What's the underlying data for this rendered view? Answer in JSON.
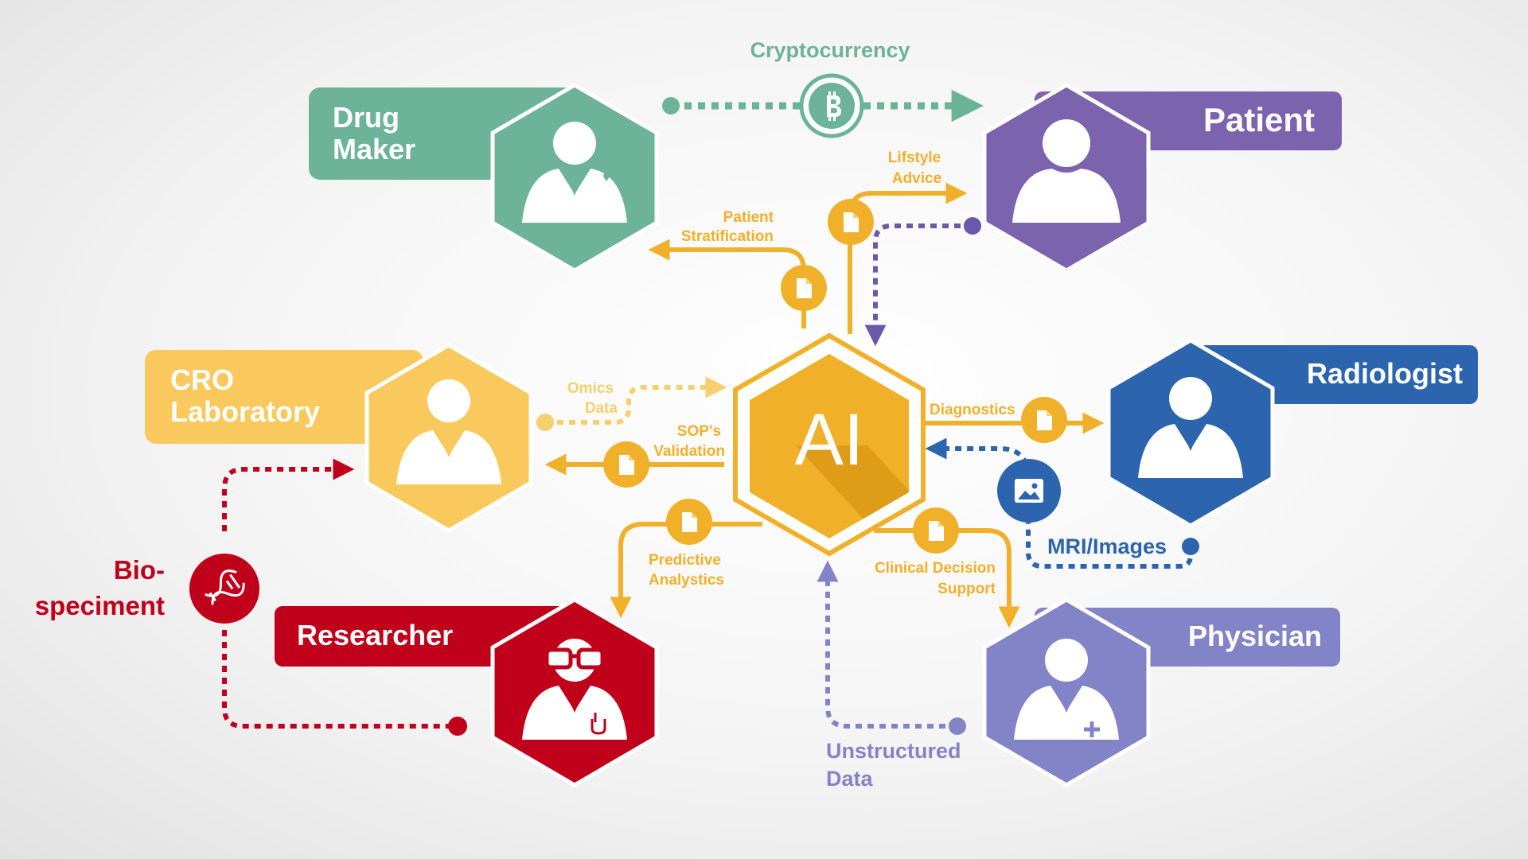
{
  "ai": {
    "label": "AI"
  },
  "roles": {
    "drug_maker": {
      "line1": "Drug",
      "line2": "Maker"
    },
    "patient": {
      "label": "Patient"
    },
    "cro": {
      "line1": "CRO",
      "line2": "Laboratory"
    },
    "radiologist": {
      "label": "Radiologist"
    },
    "researcher": {
      "label": "Researcher"
    },
    "physician": {
      "label": "Physician"
    }
  },
  "flows": {
    "cryptocurrency": "Cryptocurrency",
    "lifestyle_1": "Lifstyle",
    "lifestyle_2": "Advice",
    "stratification_1": "Patient",
    "stratification_2": "Stratification",
    "omics_1": "Omics",
    "omics_2": "Data",
    "sop_1": "SOP's",
    "sop_2": "Validation",
    "diagnostics": "Diagnostics",
    "predictive_1": "Predictive",
    "predictive_2": "Analystics",
    "clinical_1": "Clinical Decision",
    "clinical_2": "Support",
    "mri": "MRI/Images",
    "unstructured_1": "Unstructured",
    "unstructured_2": "Data",
    "biospecimen_1": "Bio-",
    "biospecimen_2": "speciment"
  },
  "colors": {
    "drug_maker": "#6db39a",
    "patient": "#7b63ae",
    "cro": "#f9c95e",
    "radiologist": "#2c64ad",
    "researcher": "#c0001b",
    "physician": "#8384c8",
    "ai": "#f0b02a",
    "flow_orange": "#f0b02a",
    "flow_light_orange": "#f6cf6e",
    "crypto_green": "#6db39a",
    "bio_red": "#c0001b",
    "mri_blue": "#2c64ad",
    "unstructured_lavender": "#8384c8",
    "patient_purple": "#6a58a8"
  },
  "icons": [
    "person-icon",
    "bitcoin-icon",
    "document-icon",
    "image-icon",
    "dna-icon",
    "glasses-icon",
    "leaf-icon",
    "cross-icon",
    "pen-pocket-icon"
  ]
}
